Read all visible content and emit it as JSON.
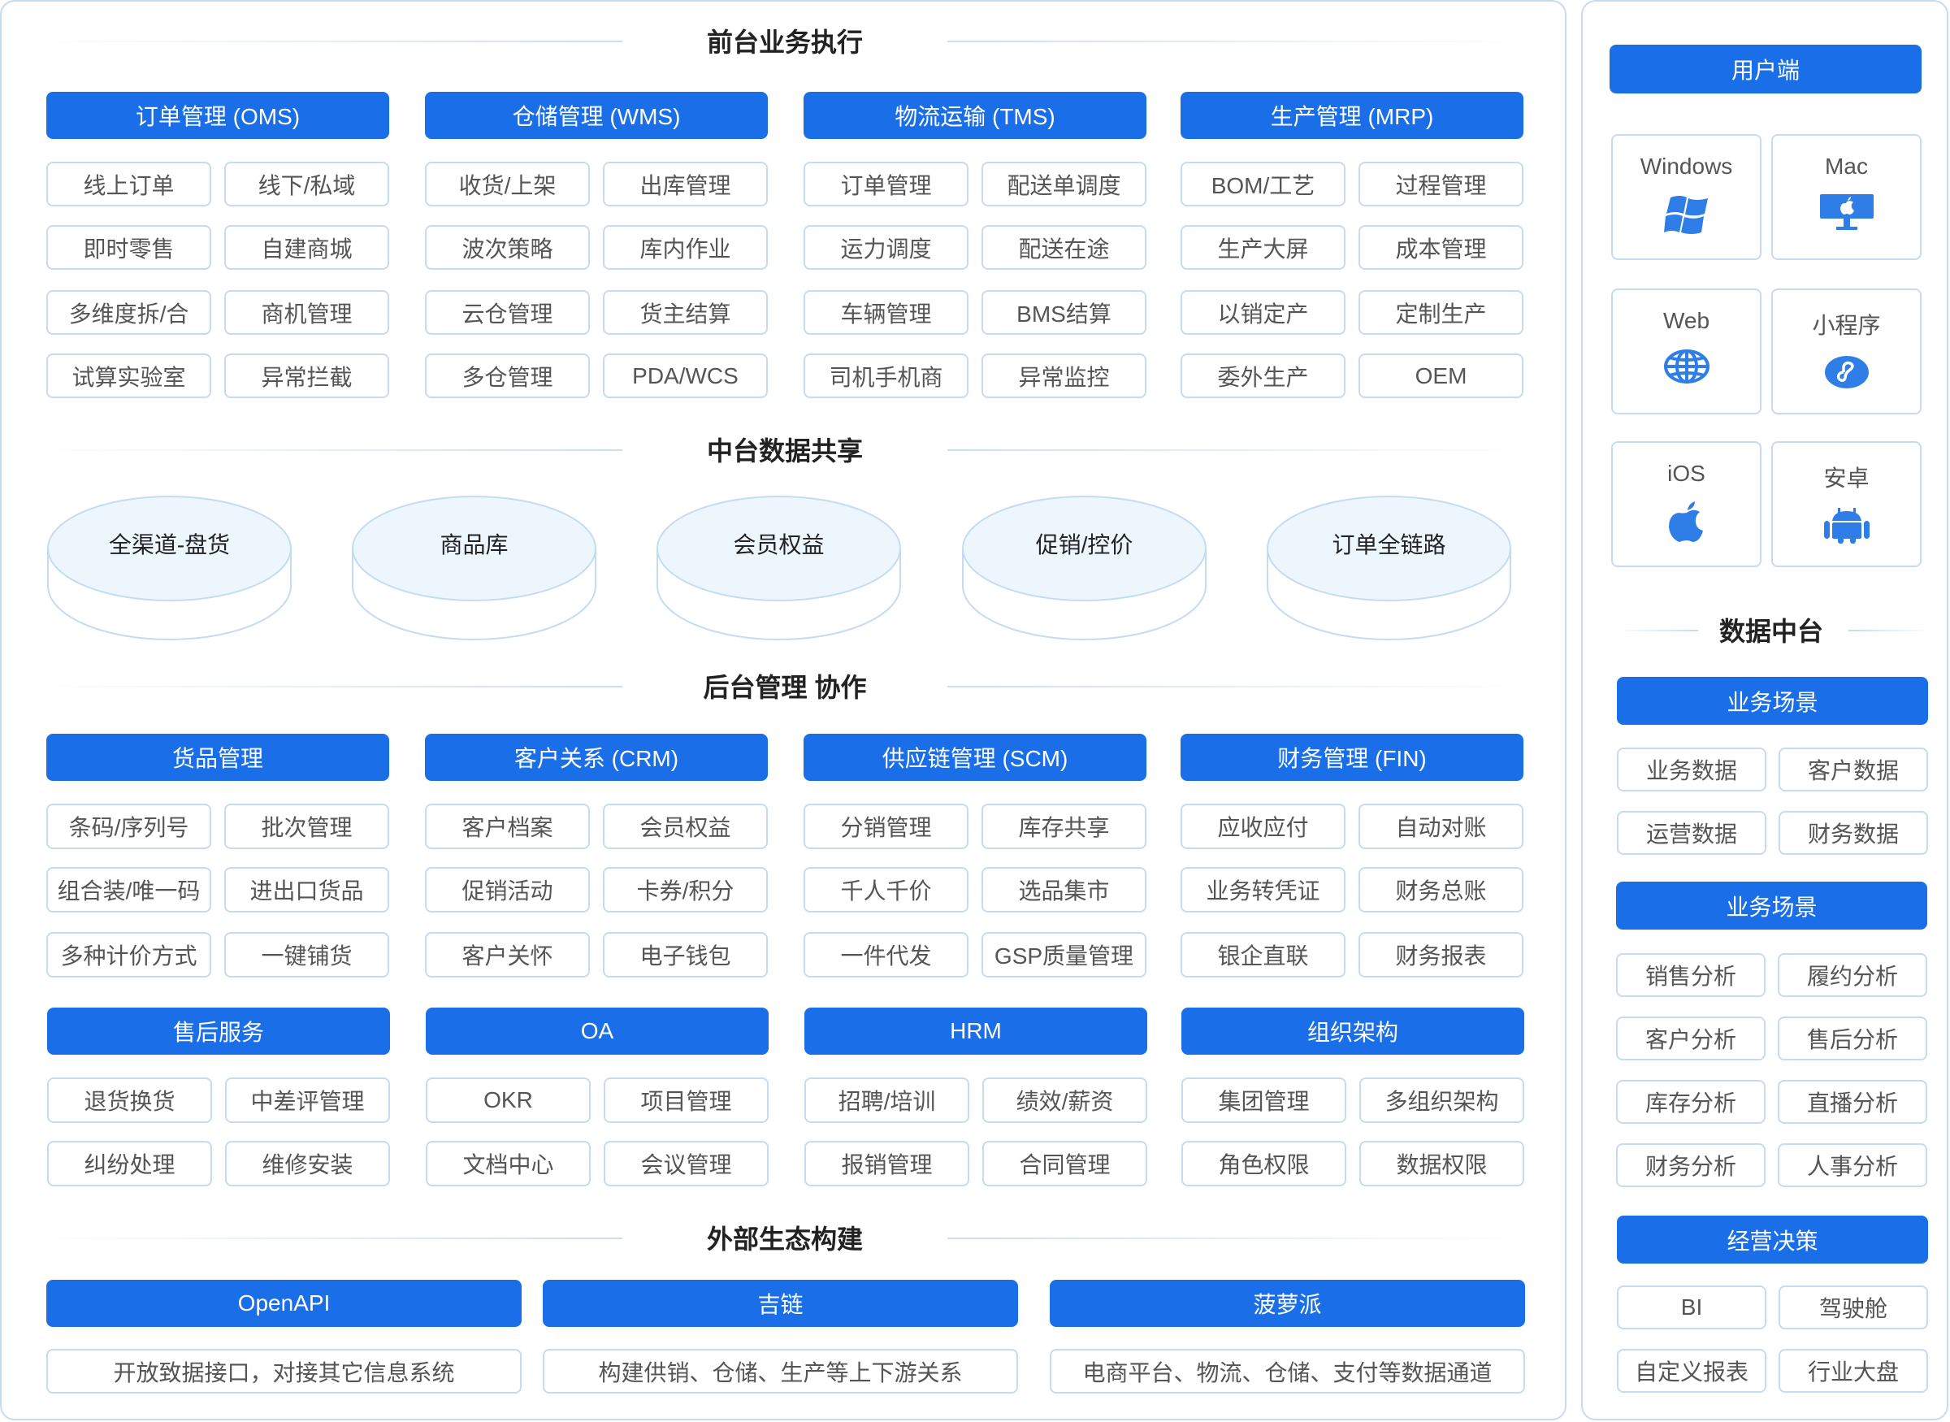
{
  "front": {
    "title": "前台业务执行",
    "modules": [
      {
        "title": "订单管理 (OMS)",
        "items": [
          "线上订单",
          "线下/私域",
          "即时零售",
          "自建商城",
          "多维度拆/合",
          "商机管理",
          "试算实验室",
          "异常拦截"
        ]
      },
      {
        "title": "仓储管理 (WMS)",
        "items": [
          "收货/上架",
          "出库管理",
          "波次策略",
          "库内作业",
          "云仓管理",
          "货主结算",
          "多仓管理",
          "PDA/WCS"
        ]
      },
      {
        "title": "物流运输 (TMS)",
        "items": [
          "订单管理",
          "配送单调度",
          "运力调度",
          "配送在途",
          "车辆管理",
          "BMS结算",
          "司机手机商",
          "异常监控"
        ]
      },
      {
        "title": "生产管理 (MRP)",
        "items": [
          "BOM/工艺",
          "过程管理",
          "生产大屏",
          "成本管理",
          "以销定产",
          "定制生产",
          "委外生产",
          "OEM"
        ]
      }
    ]
  },
  "middle": {
    "title": "中台数据共享",
    "cylinders": [
      "全渠道-盘货",
      "商品库",
      "会员权益",
      "促销/控价",
      "订单全链路"
    ]
  },
  "back": {
    "title": "后台管理 协作",
    "modules": [
      {
        "title": "货品管理",
        "items": [
          "条码/序列号",
          "批次管理",
          "组合装/唯一码",
          "进出口货品",
          "多种计价方式",
          "一键铺货"
        ]
      },
      {
        "title": "客户关系 (CRM)",
        "items": [
          "客户档案",
          "会员权益",
          "促销活动",
          "卡券/积分",
          "客户关怀",
          "电子钱包"
        ]
      },
      {
        "title": "供应链管理 (SCM)",
        "items": [
          "分销管理",
          "库存共享",
          "千人千价",
          "选品集市",
          "一件代发",
          "GSP质量管理"
        ]
      },
      {
        "title": "财务管理 (FIN)",
        "items": [
          "应收应付",
          "自动对账",
          "业务转凭证",
          "财务总账",
          "银企直联",
          "财务报表"
        ]
      },
      {
        "title": "售后服务",
        "items": [
          "退货换货",
          "中差评管理",
          "纠纷处理",
          "维修安装"
        ]
      },
      {
        "title": "OA",
        "items": [
          "OKR",
          "项目管理",
          "文档中心",
          "会议管理"
        ]
      },
      {
        "title": "HRM",
        "items": [
          "招聘/培训",
          "绩效/薪资",
          "报销管理",
          "合同管理"
        ]
      },
      {
        "title": "组织架构",
        "items": [
          "集团管理",
          "多组织架构",
          "角色权限",
          "数据权限"
        ]
      }
    ]
  },
  "external": {
    "title": "外部生态构建",
    "modules": [
      {
        "title": "OpenAPI",
        "desc": "开放致据接口，对接其它信息系统"
      },
      {
        "title": "吉链",
        "desc": "构建供销、仓储、生产等上下游关系"
      },
      {
        "title": "菠萝派",
        "desc": "电商平台、物流、仓储、支付等数据通道"
      }
    ]
  },
  "right": {
    "client": {
      "title": "用户端",
      "platforms": [
        {
          "label": "Windows",
          "icon": "windows-icon"
        },
        {
          "label": "Mac",
          "icon": "mac-icon"
        },
        {
          "label": "Web",
          "icon": "globe-icon"
        },
        {
          "label": "小程序",
          "icon": "mini-program-icon"
        },
        {
          "label": "iOS",
          "icon": "apple-icon"
        },
        {
          "label": "安卓",
          "icon": "android-icon"
        }
      ]
    },
    "data_center": {
      "title": "数据中台",
      "groups": [
        {
          "title": "业务场景",
          "items": [
            "业务数据",
            "客户数据",
            "运营数据",
            "财务数据"
          ]
        },
        {
          "title": "业务场景",
          "items": [
            "销售分析",
            "履约分析",
            "客户分析",
            "售后分析",
            "库存分析",
            "直播分析",
            "财务分析",
            "人事分析"
          ]
        },
        {
          "title": "经营决策",
          "items": [
            "BI",
            "驾驶舱",
            "自定义报表",
            "行业大盘"
          ]
        }
      ]
    }
  },
  "colors": {
    "accent": "#1a6fe8",
    "border": "#c4dcf2",
    "text": "#555555"
  }
}
